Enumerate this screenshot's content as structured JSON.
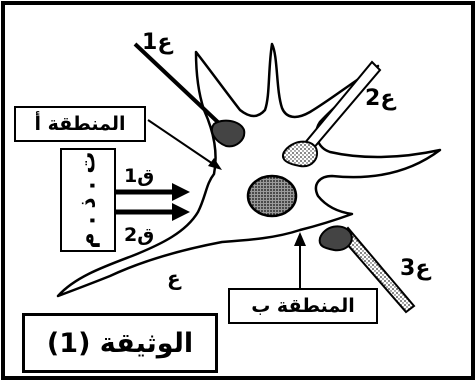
{
  "labels": {
    "neuron_1": "ع1",
    "neuron_2": "ع2",
    "neuron_3": "ع3",
    "stimulus_1": "ق1",
    "stimulus_2": "ق2",
    "neuron_main": "ع",
    "region_a": "المنطقة أ",
    "region_b": "المنطقة ب",
    "stimulation_box": "ت . ذ . م",
    "document_title": "الوثيقة (1)"
  },
  "colors": {
    "line": "#000000",
    "background": "#ffffff",
    "nucleus_fill": "#555555",
    "bouton_fill": "#444444"
  }
}
